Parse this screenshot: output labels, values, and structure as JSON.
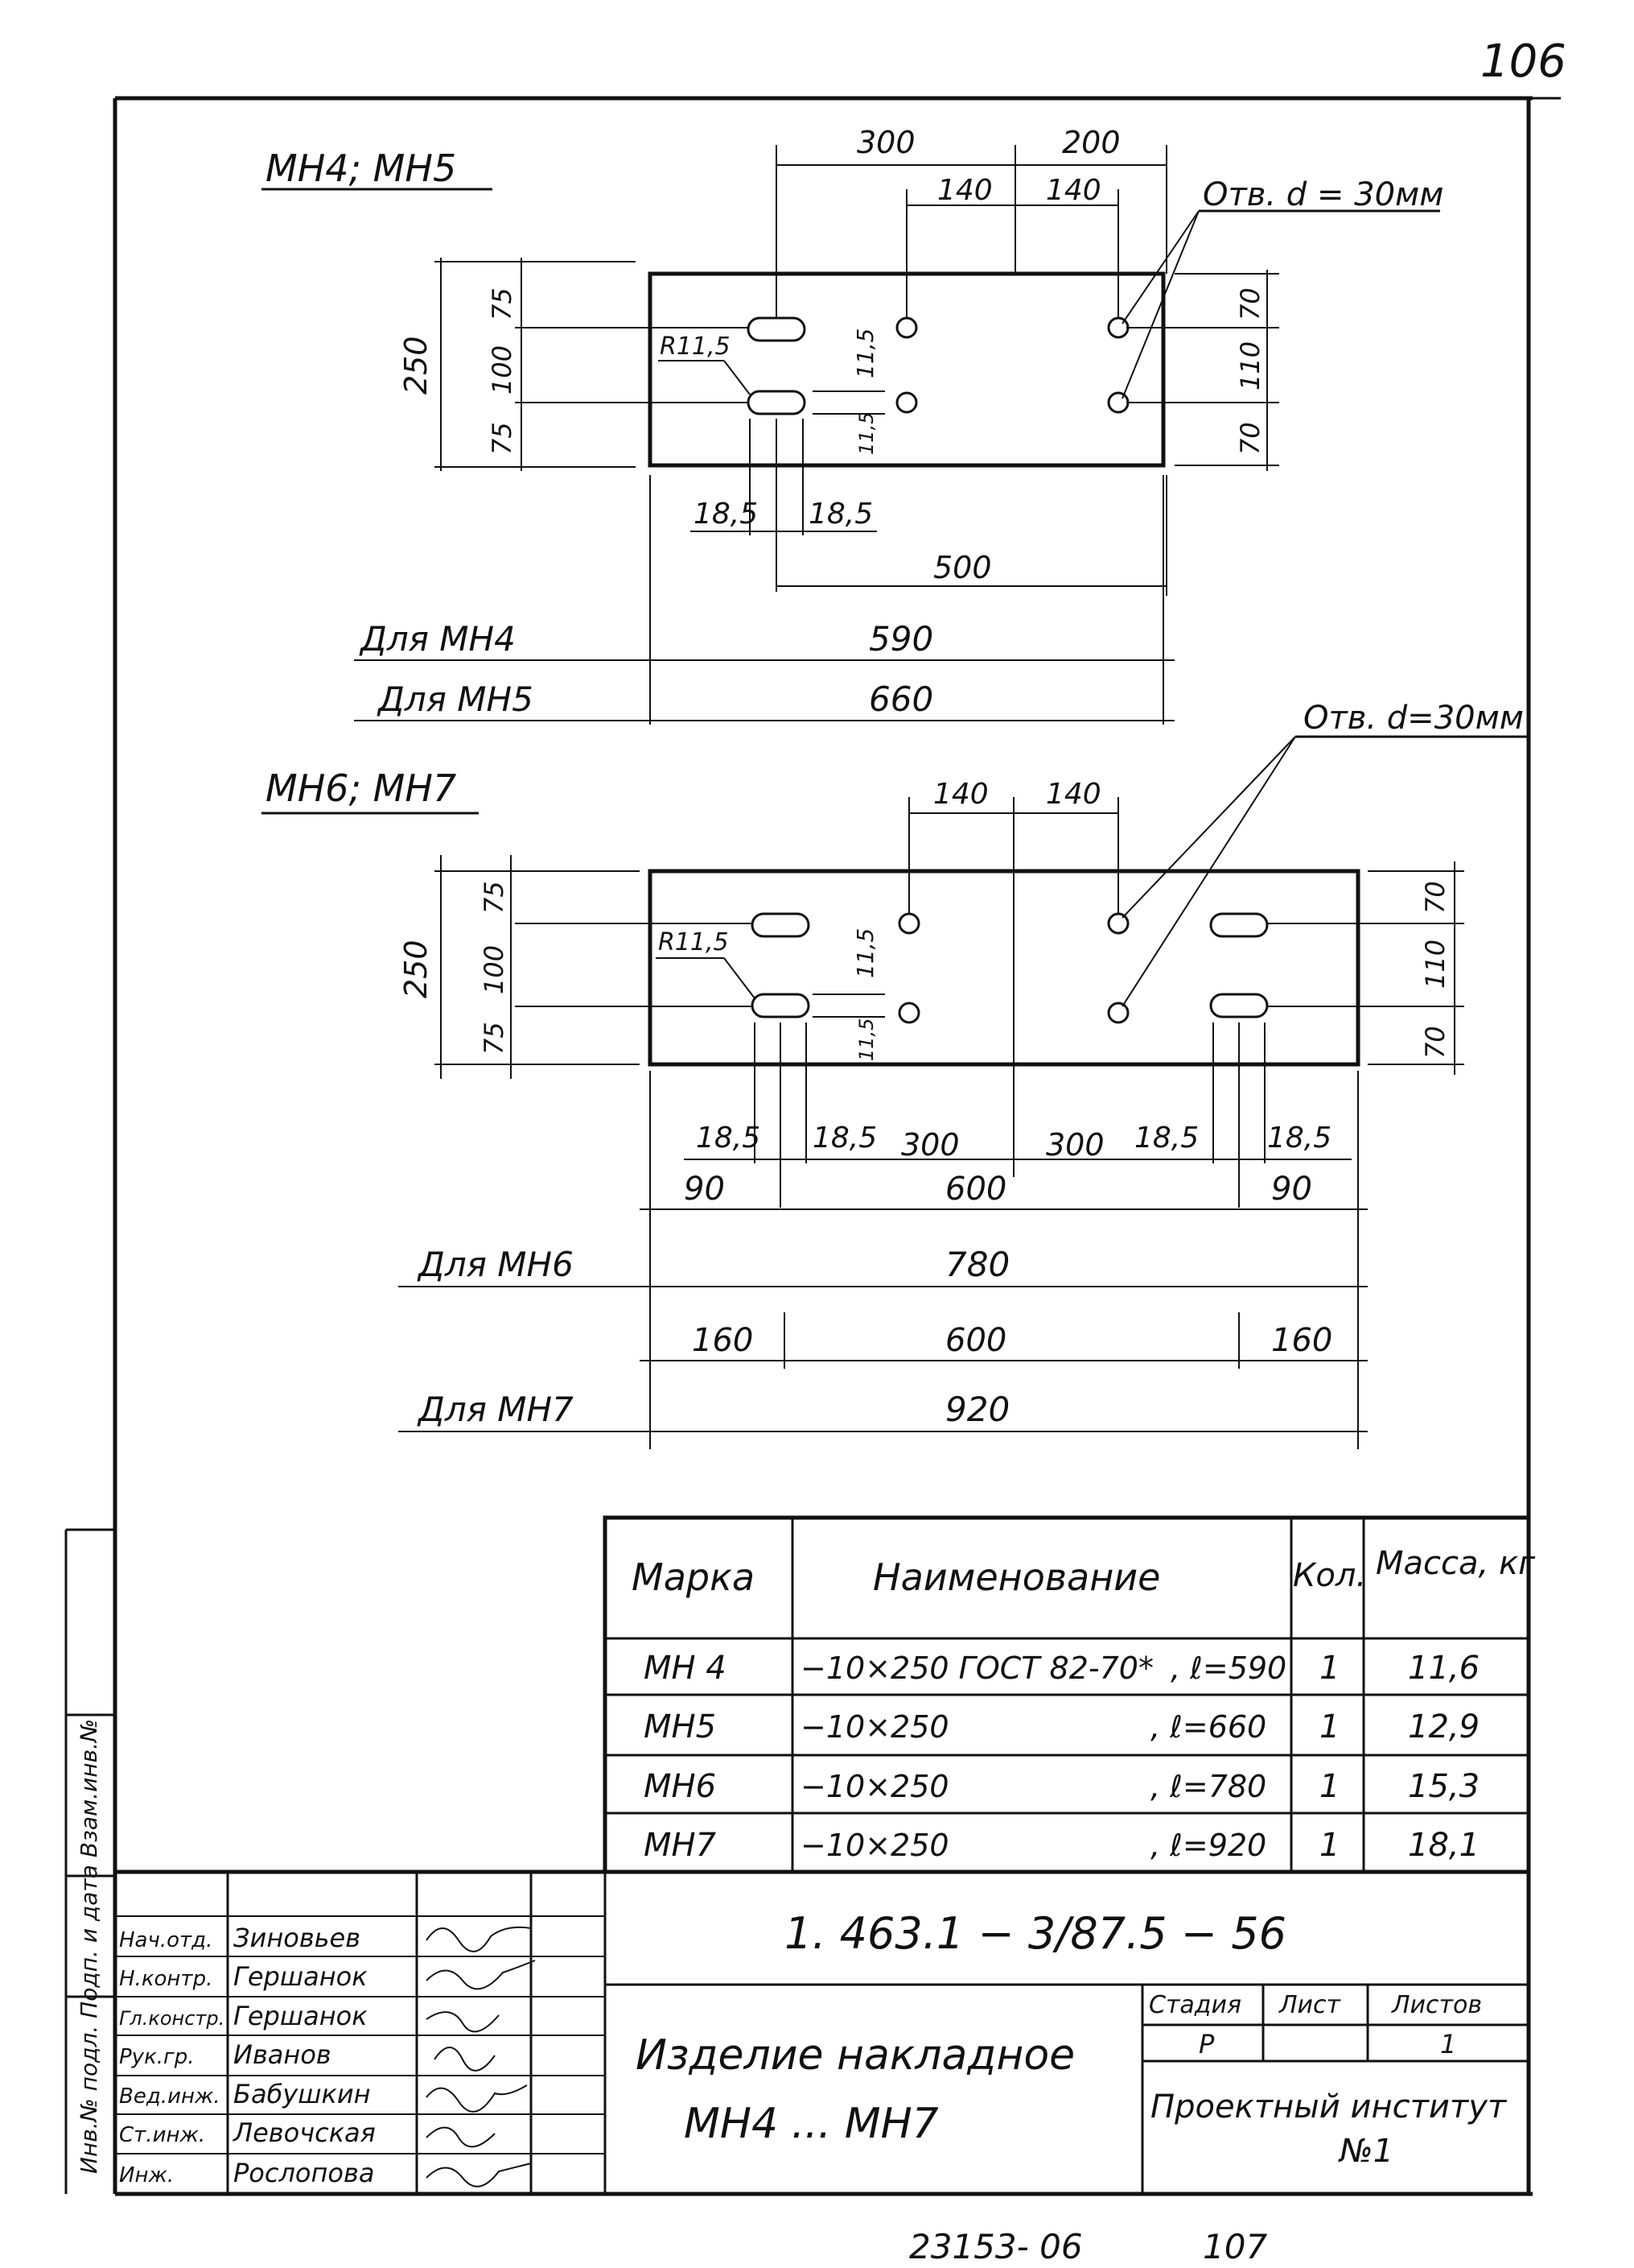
{
  "page_number": "106",
  "section_a": {
    "title": "МН4; МН5",
    "dims_top": [
      "300",
      "200"
    ],
    "dims_hole_spacing": [
      "140",
      "140"
    ],
    "hole_note": "Отв. d = 30мм",
    "dim_height": "250",
    "dims_left": [
      "75",
      "100",
      "75"
    ],
    "dims_right": [
      "70",
      "110",
      "70"
    ],
    "radius": "R11,5",
    "slot_w": "11,5",
    "slot_w2": "11,5",
    "dims_slot": [
      "18,5",
      "18,5"
    ],
    "dim_500": "500",
    "len_rows": [
      {
        "label": "Для МН4",
        "value": "590"
      },
      {
        "label": "Для МН5",
        "value": "660"
      }
    ]
  },
  "section_b": {
    "title": "МН6; МН7",
    "hole_note": "Отв. d=30мм",
    "dims_hole_spacing": [
      "140",
      "140"
    ],
    "dim_height": "250",
    "dims_left": [
      "75",
      "100",
      "75"
    ],
    "dims_right": [
      "70",
      "110",
      "70"
    ],
    "radius": "R11,5",
    "slot_w": "11,5",
    "slot_w2": "11,5",
    "dims_slot_row": [
      "18,5",
      "18,5",
      "300",
      "300",
      "18,5",
      "18,5"
    ],
    "dims_mh6": [
      "90",
      "600",
      "90"
    ],
    "len_mh6": {
      "label": "Для МН6",
      "value": "780"
    },
    "dims_mh7": [
      "160",
      "600",
      "160"
    ],
    "len_mh7": {
      "label": "Для МН7",
      "value": "920"
    }
  },
  "spec_table": {
    "headers": [
      "Марка",
      "Наименование",
      "Кол.",
      "Масса, кг"
    ],
    "rows": [
      {
        "mark": "МН 4",
        "name": "−10×250 ГОСТ 82-70*",
        "len": ", ℓ=590",
        "qty": "1",
        "mass": "11,6"
      },
      {
        "mark": "МН5",
        "name": "−10×250",
        "len": ", ℓ=660",
        "qty": "1",
        "mass": "12,9"
      },
      {
        "mark": "МН6",
        "name": "−10×250",
        "len": ", ℓ=780",
        "qty": "1",
        "mass": "15,3"
      },
      {
        "mark": "МН7",
        "name": "−10×250",
        "len": ", ℓ=920",
        "qty": "1",
        "mass": "18,1"
      }
    ]
  },
  "title_block": {
    "doc_code": "1. 463.1 − 3/87.5 − 56",
    "product_title_1": "Изделие накладное",
    "product_title_2": "МН4 ... МН7",
    "stage_label": "Стадия",
    "sheet_label": "Лист",
    "sheets_label": "Листов",
    "stage_value": "Р",
    "sheet_value": "",
    "sheets_value": "1",
    "org": "Проектный институт",
    "org_no": "№1",
    "staff": [
      {
        "role": "Нач.отд.",
        "name": "Зиновьев"
      },
      {
        "role": "Н.контр.",
        "name": "Гершанок"
      },
      {
        "role": "Гл.констр.",
        "name": "Гершанок"
      },
      {
        "role": "Рук.гр.",
        "name": "Иванов"
      },
      {
        "role": "Вед.инж.",
        "name": "Бабушкин"
      },
      {
        "role": "Ст.инж.",
        "name": "Левочская"
      },
      {
        "role": "Инж.",
        "name": "Рослопова"
      }
    ]
  },
  "bottom_numbers": [
    "23153- 06",
    "107"
  ],
  "side_stamp": "Инв.№ подл. Подп. и дата Взам.инв.№"
}
